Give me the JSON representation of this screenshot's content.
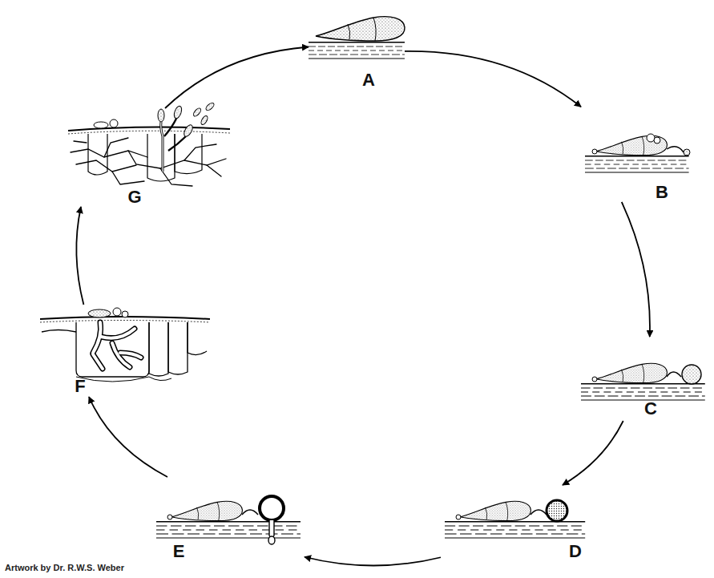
{
  "diagram": {
    "nodes": [
      {
        "text": [
          "A"
        ]
      },
      {
        "text": [
          "B"
        ]
      },
      {
        "text": [
          "C"
        ]
      },
      {
        "text": [
          "D"
        ]
      },
      {
        "text": [
          "E"
        ]
      },
      {
        "text": [
          "F"
        ]
      },
      {
        "text": [
          "G"
        ]
      }
    ],
    "edges": [
      {
        "from": 0,
        "to": 1,
        "arrow": "to"
      },
      {
        "from": 1,
        "to": 2,
        "arrow": "to"
      },
      {
        "from": 2,
        "to": 3,
        "arrow": "to"
      },
      {
        "from": 3,
        "to": 4,
        "arrow": "to"
      },
      {
        "from": 4,
        "to": 5,
        "arrow": "to"
      },
      {
        "from": 5,
        "to": 6,
        "arrow": "to"
      },
      {
        "from": 6,
        "to": 0,
        "arrow": "to"
      }
    ],
    "labels": [
      "Artwork by Dr. R.W.S. Weber"
    ]
  }
}
